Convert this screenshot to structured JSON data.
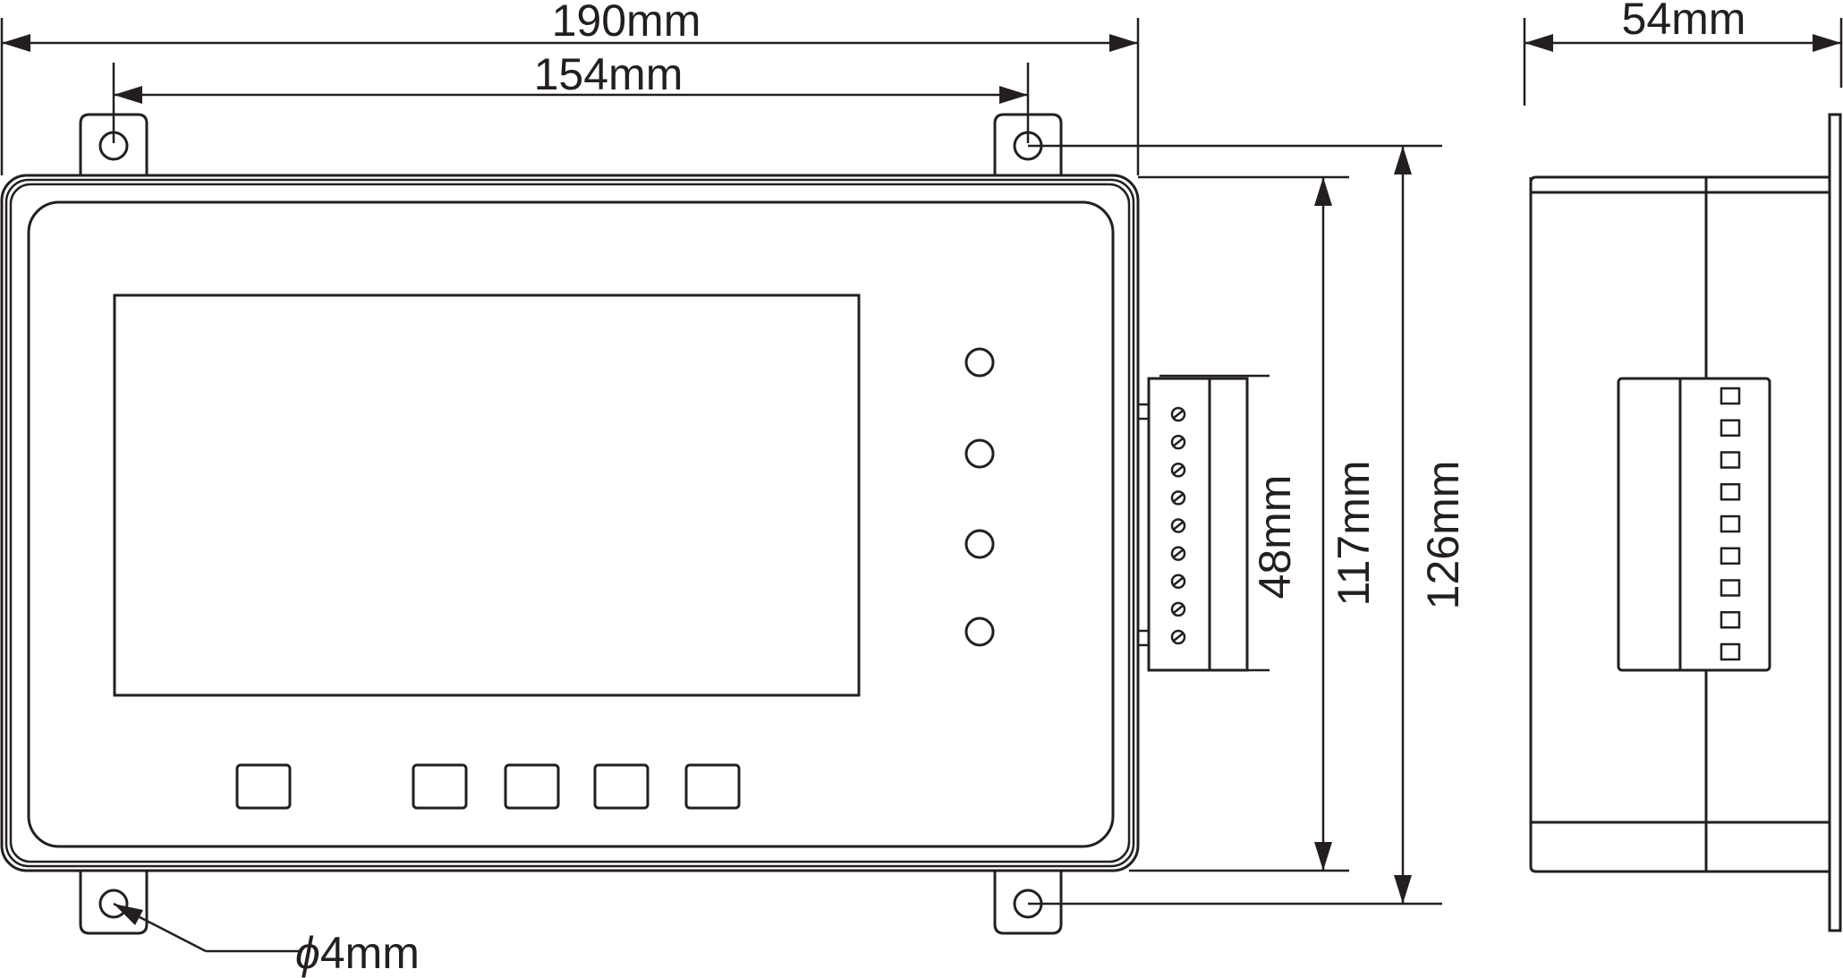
{
  "dimensions": {
    "overall_width": "190mm",
    "hole_spacing": "154mm",
    "depth": "54mm",
    "terminal_height": "48mm",
    "body_height": "117mm",
    "overall_height": "126mm",
    "hole_diameter": "4mm",
    "diameter_symbol": "ϕ"
  },
  "front_view": {
    "indicator_count": 4,
    "button_count": 5,
    "terminal_screw_count": 9
  },
  "side_view": {
    "terminal_slot_count": 9
  },
  "colors": {
    "line": "#231f20",
    "background": "#ffffff"
  }
}
